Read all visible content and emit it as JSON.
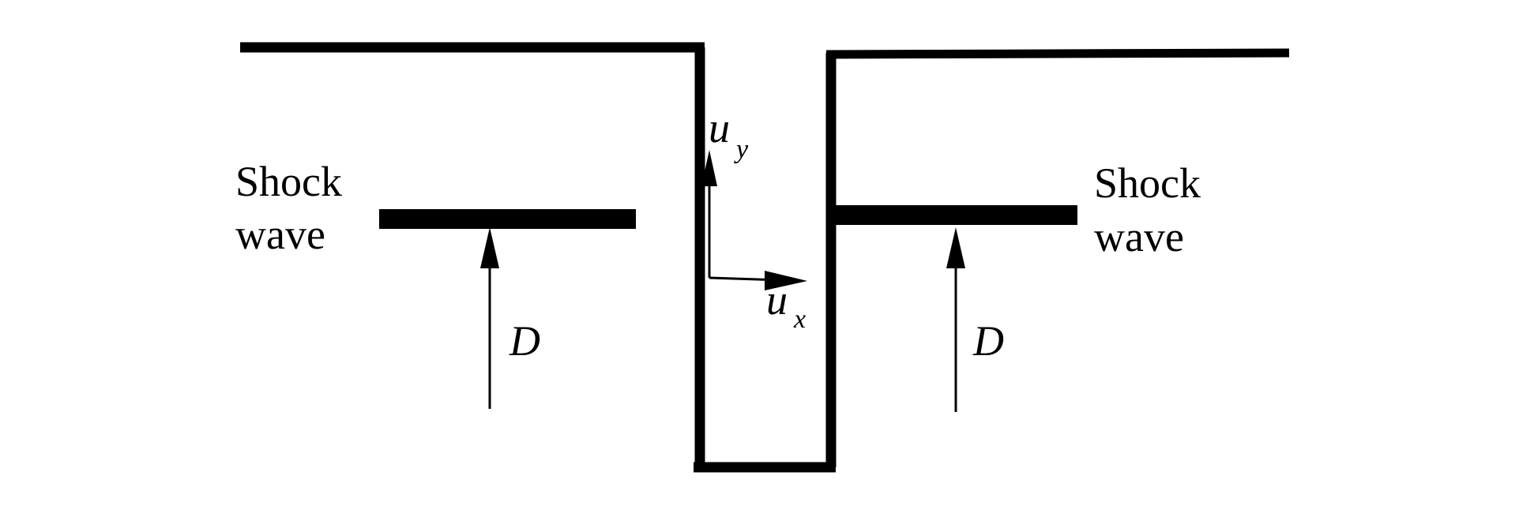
{
  "diagram": {
    "left": {
      "shock_label_line1": "Shock",
      "shock_label_line2": "wave",
      "velocity_label": "D"
    },
    "right": {
      "shock_label_line1": "Shock",
      "shock_label_line2": "wave",
      "velocity_label": "D"
    },
    "axes": {
      "uy_main": "u",
      "uy_sub": "y",
      "ux_main": "u",
      "ux_sub": "x"
    },
    "colors": {
      "stroke": "#000000",
      "background": "#ffffff"
    }
  }
}
